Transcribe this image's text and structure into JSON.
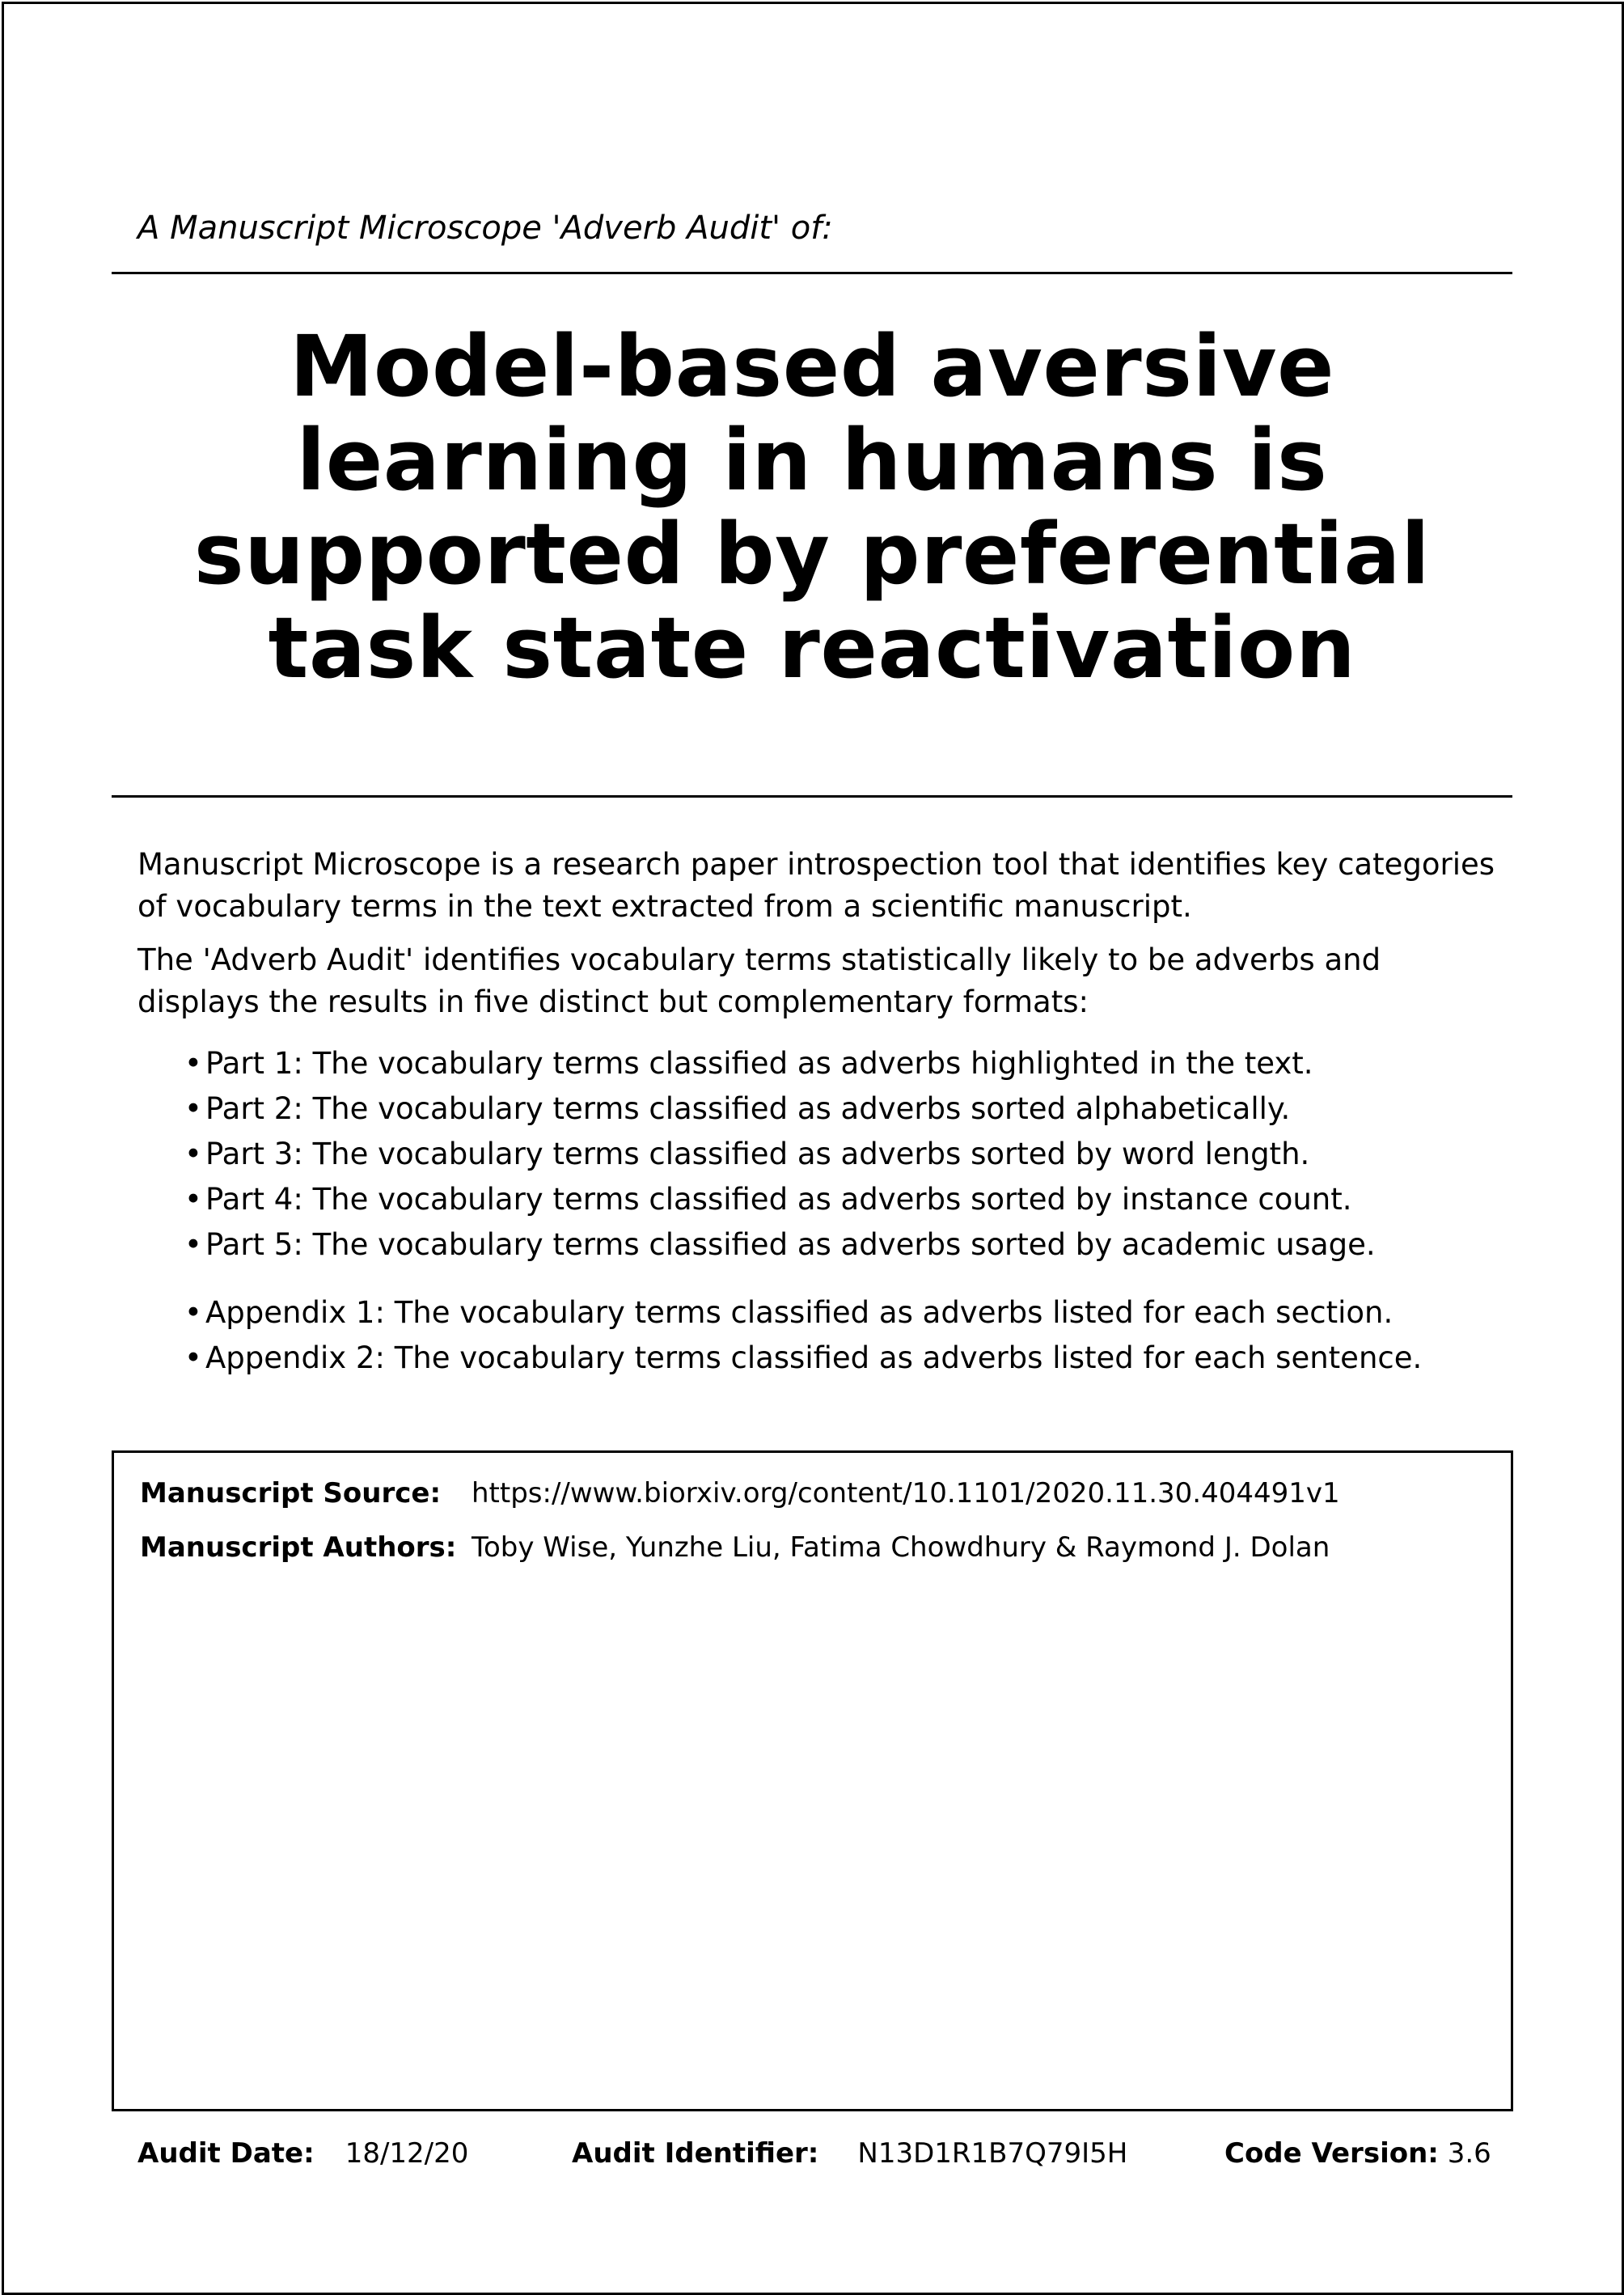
{
  "header": {
    "subtitle": "A Manuscript Microscope 'Adverb Audit' of:",
    "title_lines": [
      "Model-based aversive",
      "learning in humans is",
      "supported by preferential",
      "task state reactivation"
    ]
  },
  "intro": {
    "paragraphs": [
      "Manuscript Microscope is a research paper introspection tool that identifies key categories of vocabulary terms in the text extracted from a scientific manuscript.",
      "The 'Adverb Audit' identifies vocabulary terms statistically likely to be adverbs and displays the results in five distinct but complementary formats:"
    ],
    "bullet": "•",
    "parts": [
      "Part 1: The vocabulary terms classified as adverbs highlighted in the text.",
      "Part 2: The vocabulary terms classified as adverbs sorted alphabetically.",
      "Part 3: The vocabulary terms classified as adverbs sorted by word length.",
      "Part 4: The vocabulary terms classified as adverbs sorted by instance count.",
      "Part 5: The vocabulary terms classified as adverbs sorted by academic usage."
    ],
    "appendices": [
      "Appendix 1: The vocabulary terms classified as adverbs listed for each section.",
      "Appendix 2: The vocabulary terms classified as adverbs listed for each sentence."
    ]
  },
  "manuscript": {
    "source_label": "Manuscript Source:",
    "source_value": "https://www.biorxiv.org/content/10.1101/2020.11.30.404491v1",
    "authors_label": "Manuscript Authors:",
    "authors_value": "Toby Wise, Yunzhe Liu, Fatima Chowdhury & Raymond J. Dolan"
  },
  "footer": {
    "date_label": "Audit Date:",
    "date_value": "18/12/20",
    "id_label": "Audit Identifier:",
    "id_value": "N13D1R1B7Q79I5H",
    "version_label": "Code Version:",
    "version_value": "3.6"
  }
}
